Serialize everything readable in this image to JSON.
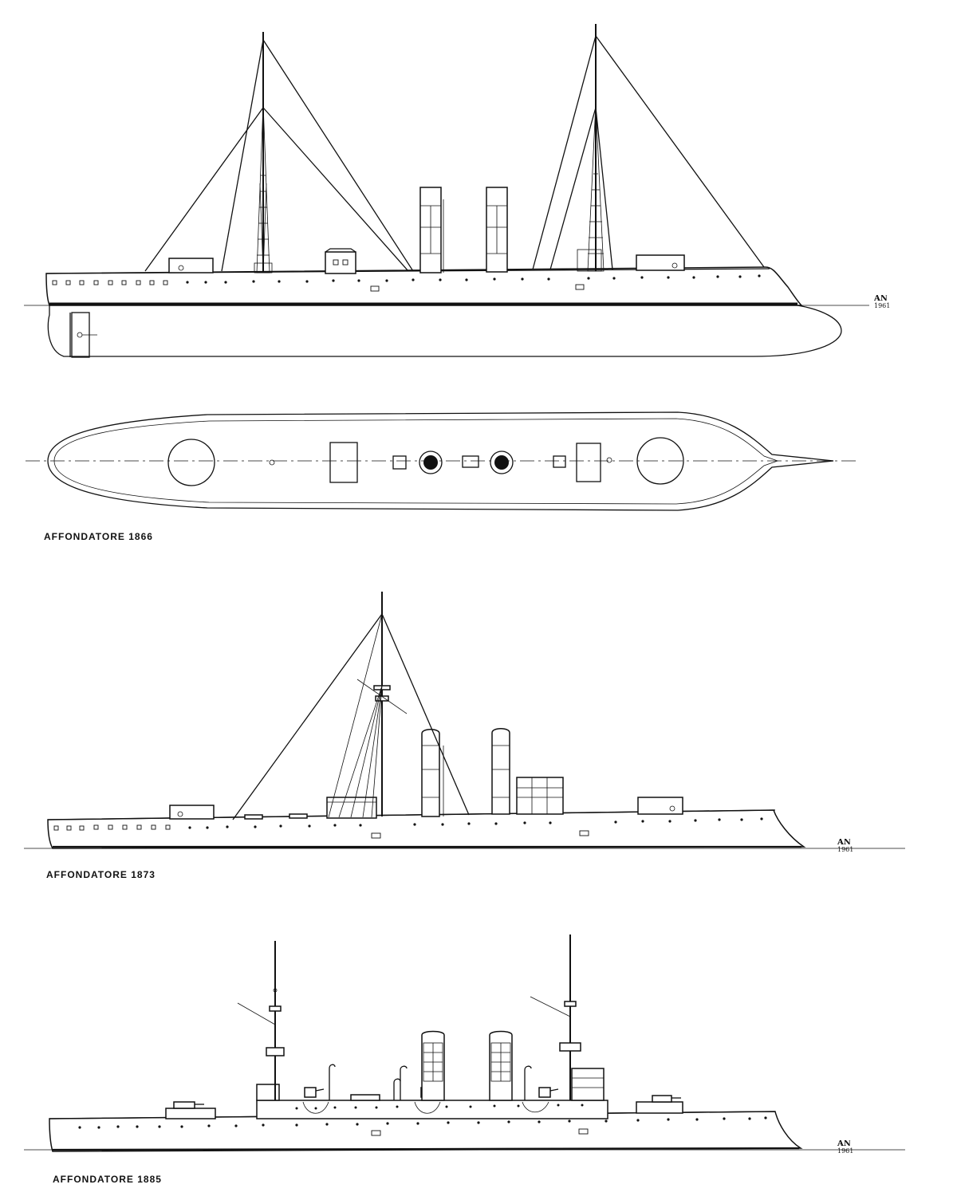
{
  "drawings": [
    {
      "id": "1866",
      "caption": "AFFONDATORE 1866",
      "signature": "AN",
      "signature_year": "1961"
    },
    {
      "id": "1873",
      "caption": "AFFONDATORE 1873",
      "signature": "AN",
      "signature_year": "1961"
    },
    {
      "id": "1885",
      "caption": "AFFONDATORE 1885",
      "signature": "AN",
      "signature_year": "1961"
    }
  ],
  "line_color": "#111111",
  "paper_color": "#ffffff"
}
